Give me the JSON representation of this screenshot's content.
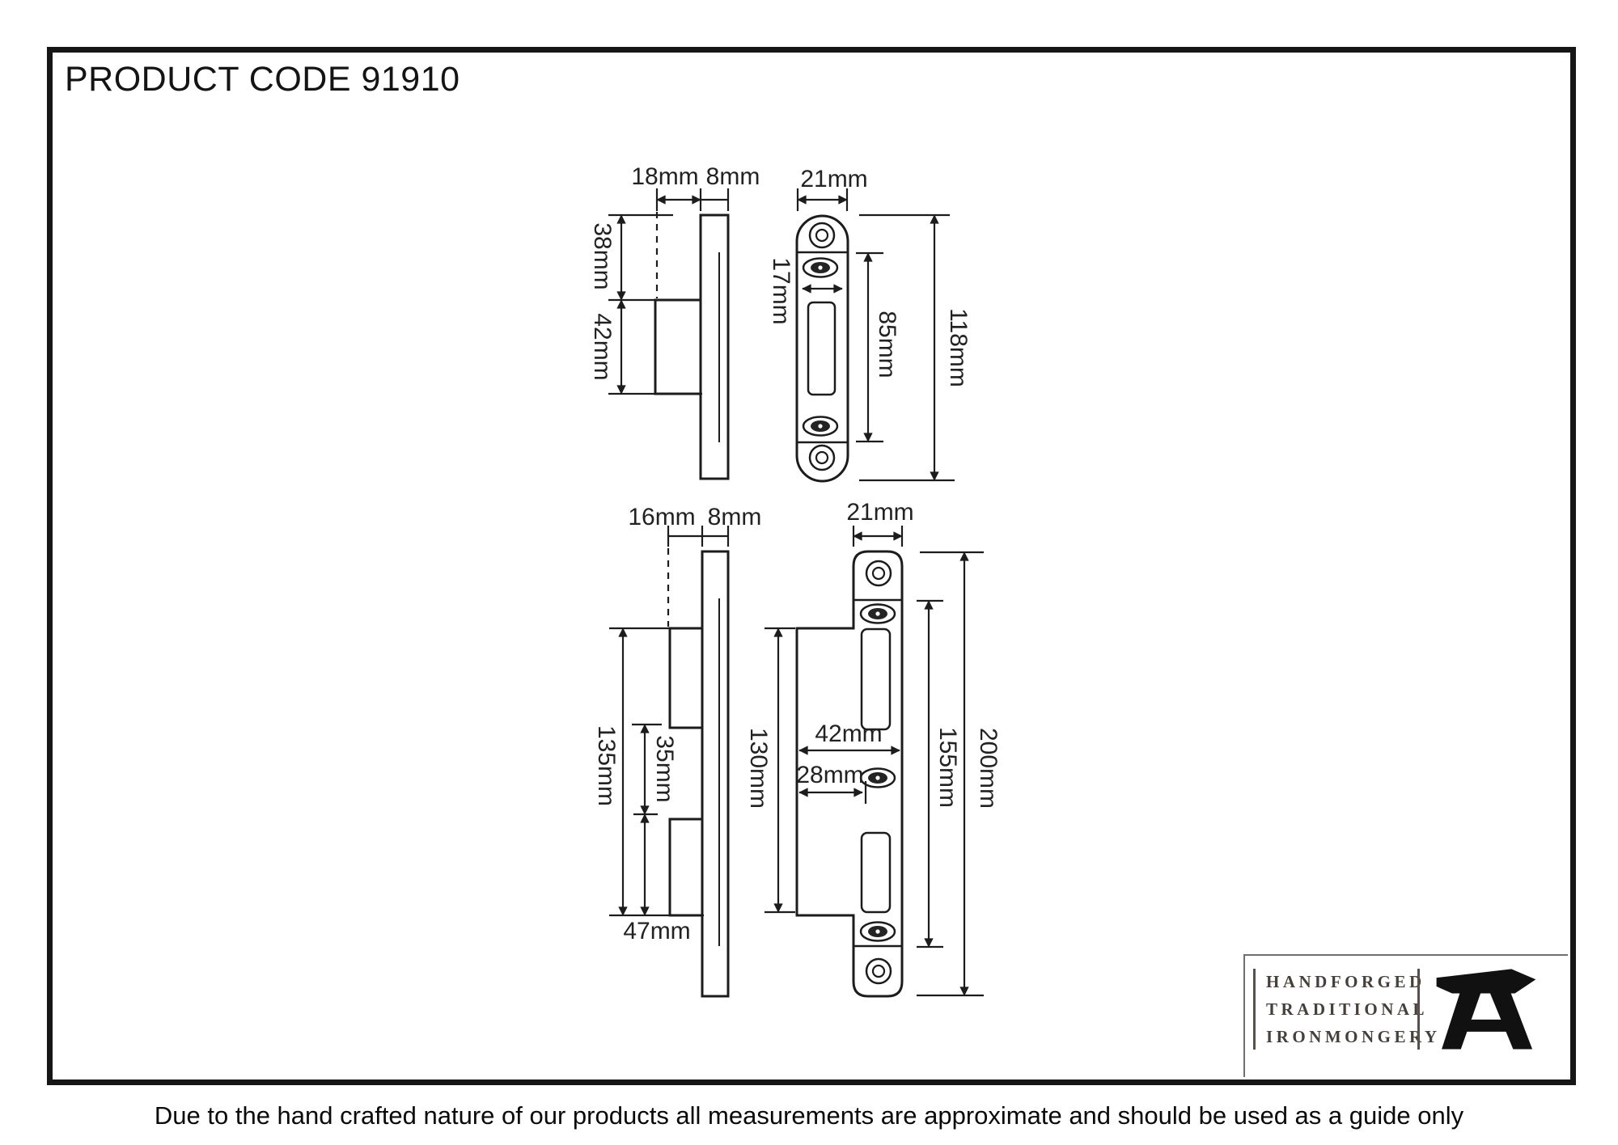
{
  "header": {
    "product_code": "PRODUCT CODE 91910"
  },
  "footer": {
    "disclaimer": "Due to the hand crafted nature of our products all measurements are approximate and should be used as a guide only"
  },
  "logo": {
    "lines": [
      "HANDFORGED",
      "TRADITIONAL",
      "IRONMONGERY"
    ],
    "icon": "anvil-icon"
  },
  "drawing_top": {
    "side": {
      "depth": "18mm",
      "plate_thickness": "8mm",
      "upper_height": "38mm",
      "box_height": "42mm"
    },
    "front": {
      "plate_width": "21mm",
      "inner_width": "17mm",
      "screw_centres": "85mm",
      "overall_height": "118mm"
    }
  },
  "drawing_bottom": {
    "side": {
      "depth": "16mm",
      "plate_thickness": "8mm",
      "overall": "135mm",
      "gap": "35mm",
      "lower_box": "47mm"
    },
    "front": {
      "plate_width": "21mm",
      "body_length": "130mm",
      "body_width": "42mm",
      "screw_offset": "28mm",
      "keep_centres": "155mm",
      "overall_height": "200mm"
    }
  },
  "colors": {
    "line": "#1c1c1c",
    "background": "#ffffff",
    "logo_text": "#45403a"
  }
}
